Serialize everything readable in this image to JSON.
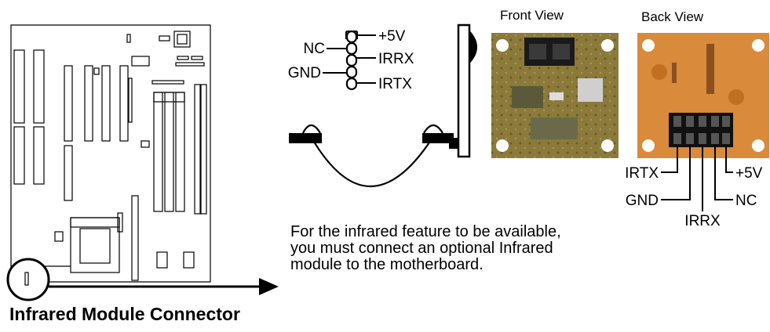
{
  "caption": "Infrared Module Connector",
  "note": {
    "line1": "For the infrared feature to be available,",
    "line2": "you must connect an optional Infrared",
    "line3": "module to the motherboard."
  },
  "views": {
    "front": "Front View",
    "back": "Back View"
  },
  "header_pins": {
    "top": "+5V",
    "nc": "NC",
    "irrx": "IRRX",
    "gnd": "GND",
    "irtx": "IRTX"
  },
  "back_pins": {
    "irtx": "IRTX",
    "plus5v": "+5V",
    "gnd": "GND",
    "nc": "NC",
    "irrx": "IRRX"
  },
  "board_connector_mark": "I",
  "colors": {
    "module_front": "#8b7a3a",
    "module_back": "#d98a3a",
    "line": "#000000"
  }
}
